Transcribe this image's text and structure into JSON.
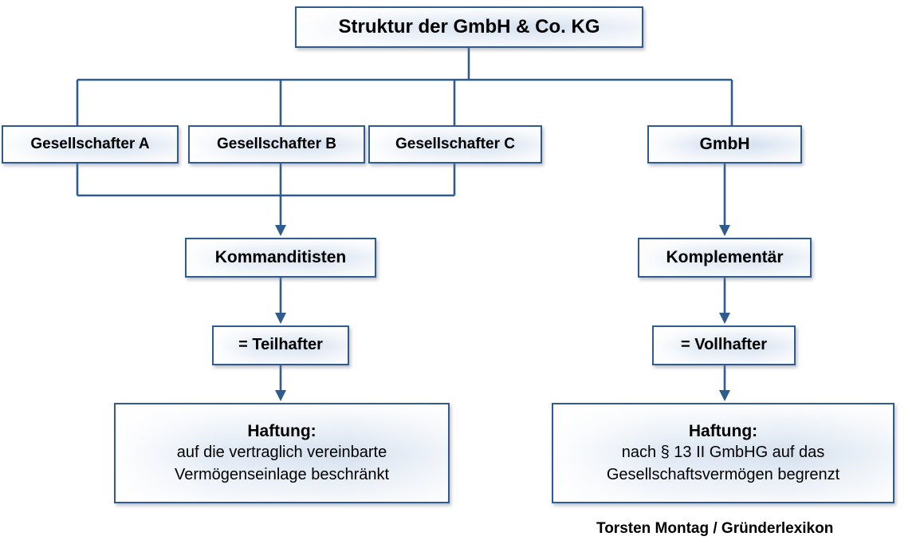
{
  "diagram": {
    "title": "Struktur der GmbH & Co. KG",
    "credit": "Torsten Montag / Gründerlexikon",
    "colors": {
      "box_border": "#2f5b8e",
      "box_fill": "#dbe5f1",
      "box_highlight": "#eef3fa",
      "connector": "#2f5b8e",
      "text": "#000000",
      "background": "#ffffff"
    },
    "shareholders": [
      {
        "label": "Gesellschafter A"
      },
      {
        "label": "Gesellschafter B"
      },
      {
        "label": "Gesellschafter C"
      }
    ],
    "company": {
      "label": "GmbH"
    },
    "left_branch": {
      "role": "Kommanditisten",
      "liability_type": "= Teilhafter",
      "liability": {
        "heading": "Haftung:",
        "detail": "auf die vertraglich vereinbarte\nVermögenseinlage  beschränkt"
      }
    },
    "right_branch": {
      "role": "Komplementär",
      "liability_type": "= Vollhafter",
      "liability": {
        "heading": "Haftung:",
        "detail": "nach § 13 II GmbHG auf das\nGesellschaftsvermögen  begrenzt"
      }
    }
  }
}
